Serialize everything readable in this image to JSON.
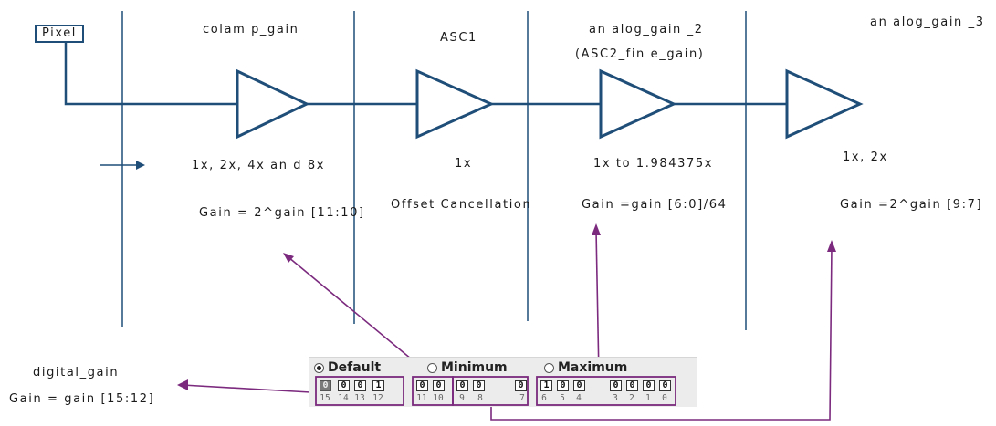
{
  "pixel_label": "Pixel",
  "stages": {
    "colamp": {
      "title": "colam p_gain",
      "range": "1x, 2x, 4x an d 8x",
      "formula": "Gain = 2^gain [11:10]"
    },
    "asc1": {
      "title": "ASC1",
      "range": "1x",
      "formula": "Offset Cancellation"
    },
    "analog2": {
      "title": "an alog_gain _2",
      "subtitle": "(ASC2_fin e_gain)",
      "range": "1x to 1.984375x",
      "formula": "Gain =gain [6:0]/64"
    },
    "analog3": {
      "title": "an alog_gain _3",
      "range": "1x, 2x",
      "formula": "Gain =2^gain [9:7]"
    },
    "digital": {
      "title": "digital_gain",
      "formula": "Gain = gain [15:12]"
    }
  },
  "register_panel": {
    "radio_options": [
      "Default",
      "Minimum",
      "Maximum"
    ],
    "selected": "Default",
    "bits": [
      {
        "num": "15",
        "value": "0"
      },
      {
        "num": "14",
        "value": "0"
      },
      {
        "num": "13",
        "value": "0"
      },
      {
        "num": "12",
        "value": "1"
      },
      {
        "num": "11",
        "value": "0"
      },
      {
        "num": "10",
        "value": "0"
      },
      {
        "num": "9",
        "value": "0"
      },
      {
        "num": "8",
        "value": "0"
      },
      {
        "num": "7",
        "value": "0"
      },
      {
        "num": "6",
        "value": "1"
      },
      {
        "num": "5",
        "value": "0"
      },
      {
        "num": "4",
        "value": "0"
      },
      {
        "num": "3",
        "value": "0"
      },
      {
        "num": "2",
        "value": "0"
      },
      {
        "num": "1",
        "value": "0"
      },
      {
        "num": "0",
        "value": "0"
      }
    ]
  },
  "colors": {
    "signal_path": "#1f4e79",
    "annotation_arrow": "#7b2a7e",
    "divider": "#1f4e79"
  }
}
